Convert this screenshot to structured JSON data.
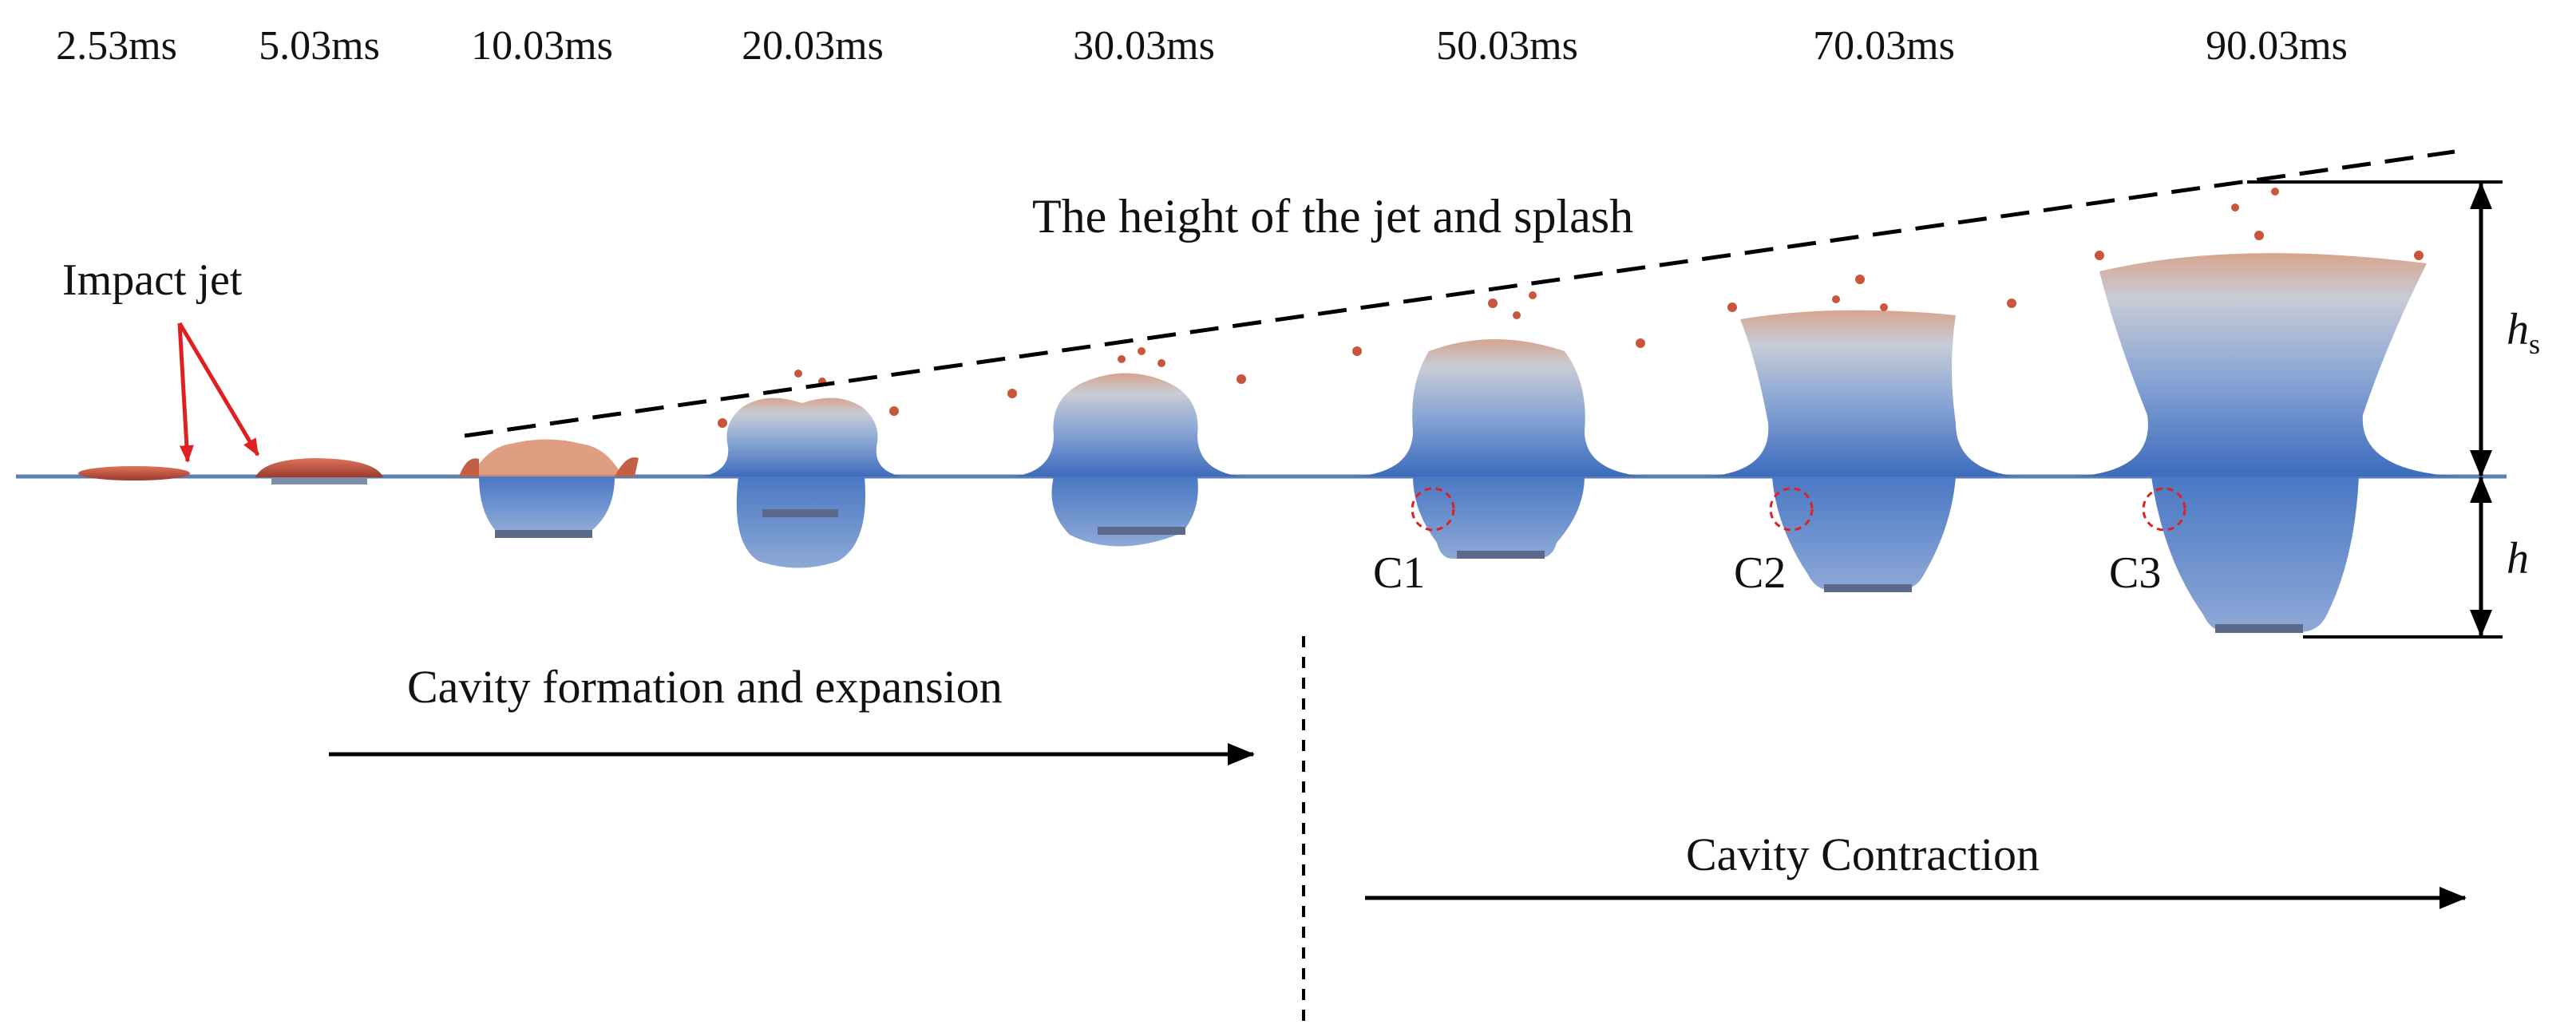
{
  "time_labels": [
    "2.53ms",
    "5.03ms",
    "10.03ms",
    "20.03ms",
    "30.03ms",
    "50.03ms",
    "70.03ms",
    "90.03ms"
  ],
  "captions": {
    "jet_height": "The height of the jet and splash",
    "impact_jet": "Impact jet",
    "formation": "Cavity formation and expansion",
    "contraction": "Cavity Contraction"
  },
  "contraction_points": [
    "C1",
    "C2",
    "C3"
  ],
  "dimensions": {
    "splash_symbol": "h",
    "splash_subscript": "s",
    "depth_symbol": "h"
  },
  "colors": {
    "water_deep": "#3f6fbf",
    "water_light": "#9fb8dc",
    "jet_tip": "#c9563c",
    "annotation_red": "#e02020",
    "ink": "#000000"
  }
}
